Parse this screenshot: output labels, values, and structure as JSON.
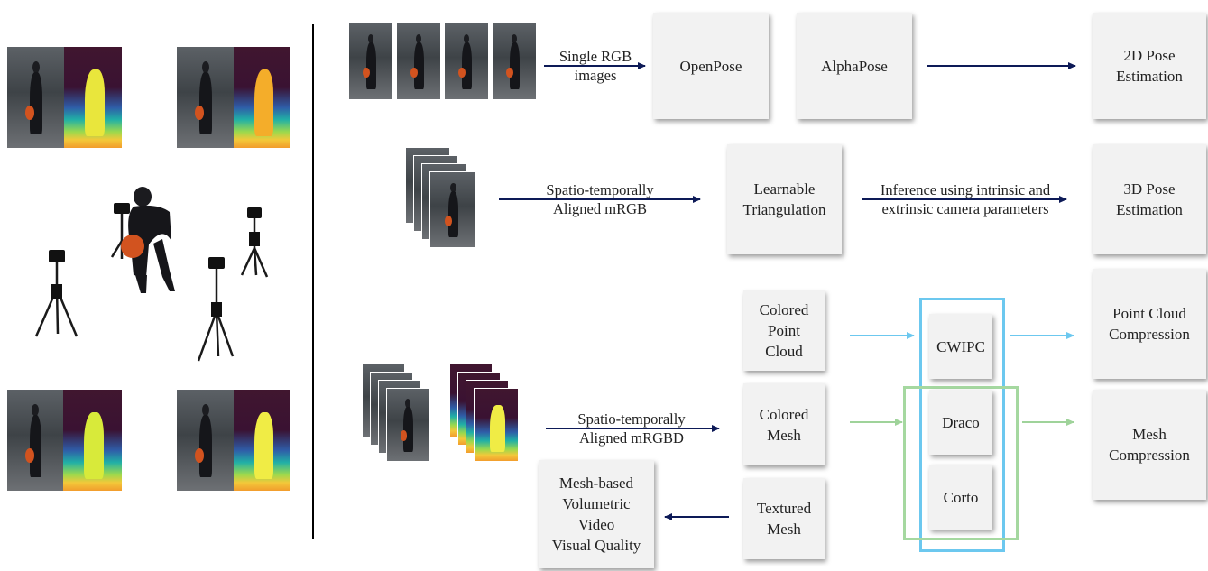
{
  "boxes": {
    "openpose": "OpenPose",
    "alphapose": "AlphaPose",
    "pose2d": "2D Pose\nEstimation",
    "learnable_triangulation": "Learnable\nTriangulation",
    "pose3d": "3D Pose\nEstimation",
    "colored_point_cloud": "Colored\nPoint\nCloud",
    "colored_mesh": "Colored\nMesh",
    "textured_mesh": "Textured\nMesh",
    "cwipc": "CWIPC",
    "draco": "Draco",
    "corto": "Corto",
    "pc_compression": "Point Cloud\nCompression",
    "mesh_compression": "Mesh\nCompression",
    "mesh_vv_quality": "Mesh-based\nVolumetric\nVideo\nVisual Quality"
  },
  "labels": {
    "single_rgb": "Single RGB\nimages",
    "aligned_mrgb": "Spatio-temporally\nAligned mRGB",
    "inference": "Inference using intrinsic and\nextrinsic camera parameters",
    "aligned_mrgbd": "Spatio-temporally\nAligned mRGBD"
  },
  "colors": {
    "navy_arrow": "#0d1a57",
    "blue_arrow": "#6cc8ef",
    "green_arrow": "#9fd39a",
    "cwipc_frame": "#6cc8ef",
    "mesh_frame": "#a5d8a0"
  }
}
